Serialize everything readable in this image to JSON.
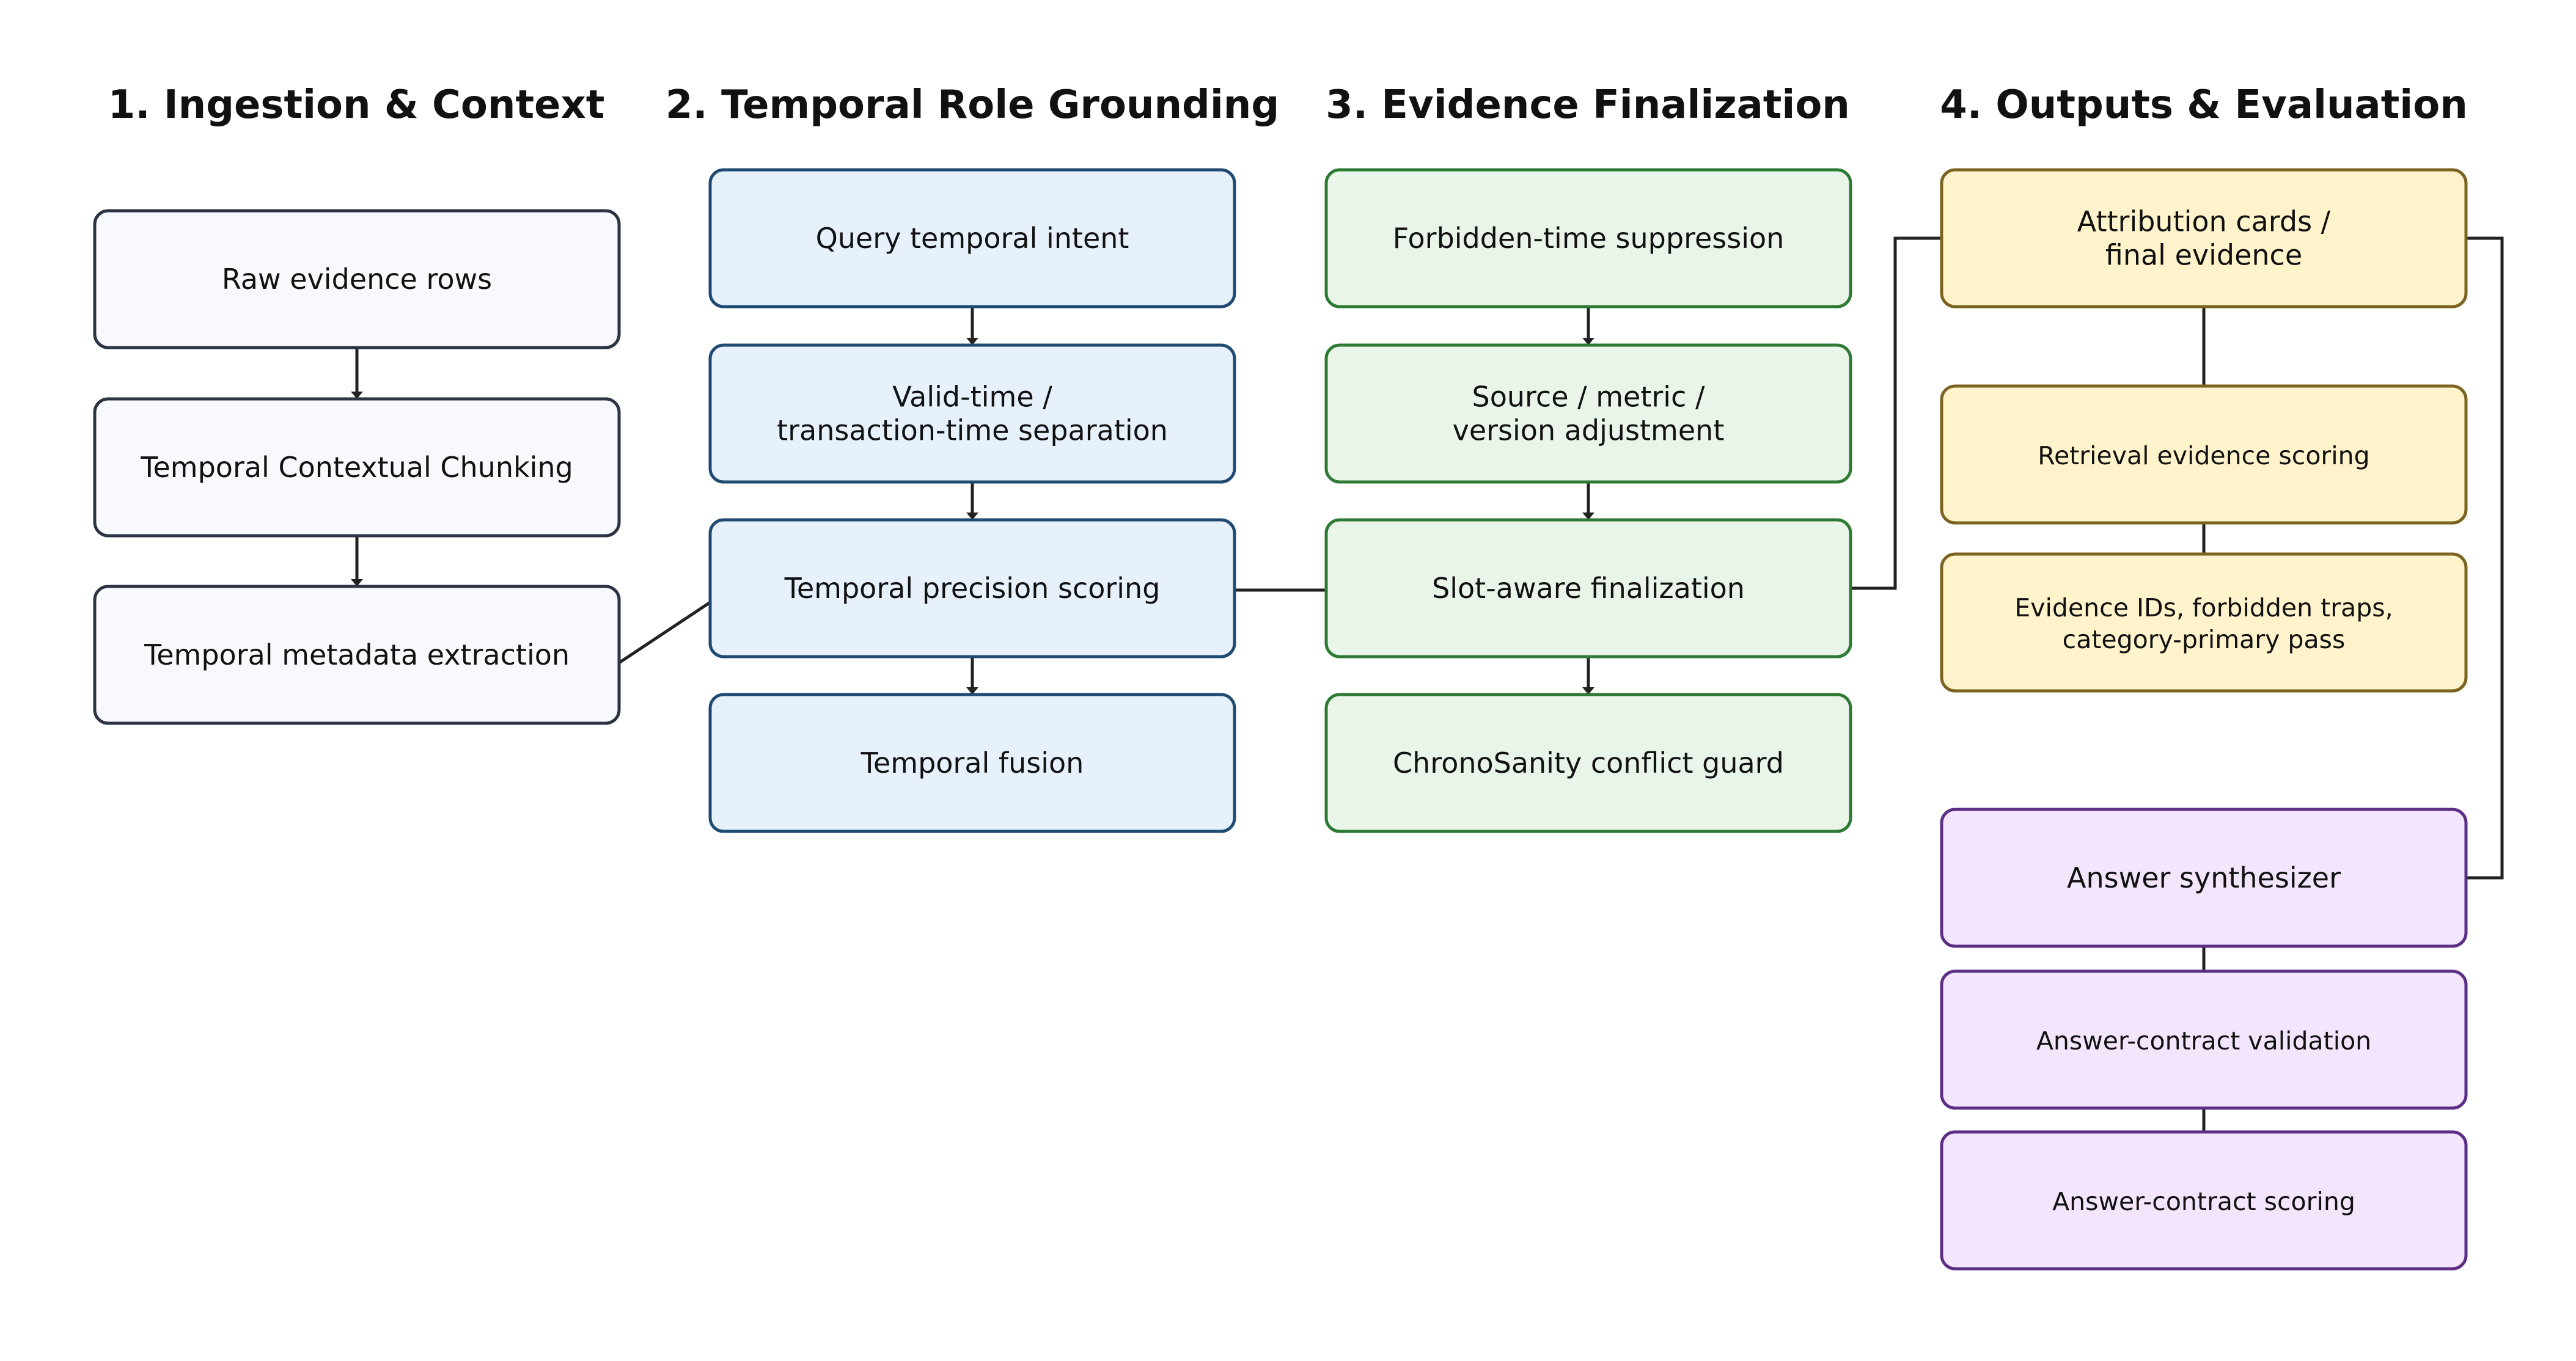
{
  "columns": [
    {
      "id": "ingestion",
      "title": "1. Ingestion & Context",
      "fill": "#f7f9fc",
      "stroke": "#2b3442",
      "nodes": [
        {
          "id": "raw",
          "lines": [
            "Raw evidence rows"
          ]
        },
        {
          "id": "chunk",
          "lines": [
            "Temporal Contextual Chunking"
          ]
        },
        {
          "id": "meta",
          "lines": [
            "Temporal metadata extraction"
          ]
        }
      ]
    },
    {
      "id": "grounding",
      "title": "2. Temporal Role Grounding",
      "fill": "#e7f1fc",
      "stroke": "#1f4a72",
      "nodes": [
        {
          "id": "intent",
          "lines": [
            "Query temporal intent"
          ]
        },
        {
          "id": "validtime",
          "lines": [
            "Valid-time /",
            "transaction-time separation"
          ]
        },
        {
          "id": "precision",
          "lines": [
            "Temporal precision scoring"
          ]
        },
        {
          "id": "fusion",
          "lines": [
            "Temporal fusion"
          ]
        }
      ]
    },
    {
      "id": "finalization",
      "title": "3. Evidence Finalization",
      "fill": "#eaf5ea",
      "stroke": "#2d7a34",
      "nodes": [
        {
          "id": "forbidden",
          "lines": [
            "Forbidden-time suppression"
          ]
        },
        {
          "id": "source",
          "lines": [
            "Source / metric /",
            "version adjustment"
          ]
        },
        {
          "id": "slot",
          "lines": [
            "Slot-aware finalization"
          ]
        },
        {
          "id": "chrono",
          "lines": [
            "ChronoSanity conflict guard"
          ]
        }
      ]
    },
    {
      "id": "outputs",
      "title": "4. Outputs & Evaluation",
      "nodes": [
        {
          "id": "cards",
          "lines": [
            "Attribution cards /",
            "final evidence"
          ],
          "fill": "#fff3cc",
          "stroke": "#7a6420"
        },
        {
          "id": "retrieval",
          "lines": [
            "Retrieval evidence scoring"
          ],
          "fill": "#fff3cc",
          "stroke": "#7a6420",
          "small": true
        },
        {
          "id": "ids",
          "lines": [
            "Evidence IDs, forbidden traps,",
            "category-primary pass"
          ],
          "fill": "#fff3cc",
          "stroke": "#7a6420",
          "small": true
        },
        {
          "id": "synth",
          "lines": [
            "Answer synthesizer"
          ],
          "fill": "#f3e6fc",
          "stroke": "#5b2f86"
        },
        {
          "id": "contract",
          "lines": [
            "Answer-contract validation"
          ],
          "fill": "#f3e6fc",
          "stroke": "#5b2f86",
          "small": true
        },
        {
          "id": "contractscore",
          "lines": [
            "Answer-contract scoring"
          ],
          "fill": "#f3e6fc",
          "stroke": "#5b2f86",
          "small": true
        }
      ]
    }
  ],
  "edges": [
    {
      "from": "raw",
      "to": "chunk",
      "arrow": true
    },
    {
      "from": "chunk",
      "to": "meta",
      "arrow": true
    },
    {
      "from": "meta",
      "to": "precision",
      "arrow": false
    },
    {
      "from": "intent",
      "to": "validtime",
      "arrow": true
    },
    {
      "from": "validtime",
      "to": "precision",
      "arrow": true
    },
    {
      "from": "precision",
      "to": "fusion",
      "arrow": true
    },
    {
      "from": "precision",
      "to": "slot",
      "arrow": false
    },
    {
      "from": "forbidden",
      "to": "source",
      "arrow": true
    },
    {
      "from": "source",
      "to": "slot",
      "arrow": true
    },
    {
      "from": "slot",
      "to": "chrono",
      "arrow": true
    },
    {
      "from": "slot",
      "to": "cards",
      "arrow": false
    },
    {
      "from": "cards",
      "to": "retrieval",
      "arrow": false
    },
    {
      "from": "retrieval",
      "to": "ids",
      "arrow": false
    },
    {
      "from": "cards",
      "to": "synth",
      "arrow": false
    },
    {
      "from": "synth",
      "to": "contract",
      "arrow": false
    },
    {
      "from": "contract",
      "to": "contractscore",
      "arrow": false
    }
  ]
}
